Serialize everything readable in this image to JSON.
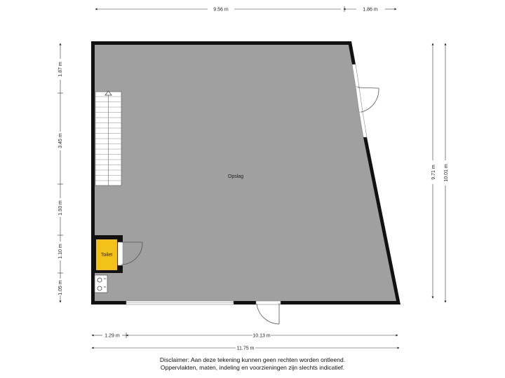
{
  "dimensions": {
    "top_left": "9.56 m",
    "top_right": "1.86 m",
    "left_1": "1.87 m",
    "left_2": "3.45 m",
    "left_3": "1.93 m",
    "left_4": "1.10 m",
    "left_5": "1.05 m",
    "right_inner": "9.71 m",
    "right_outer": "10.01 m",
    "bottom_left": "1.29 m",
    "bottom_right": "10.13 m",
    "bottom_total": "11.75 m"
  },
  "rooms": {
    "main": "Opslag",
    "toilet": "Toilet"
  },
  "colors": {
    "floor": "#a0a0a0",
    "wall": "#111111",
    "toilet": "#f2c21b"
  },
  "disclaimer": {
    "line1": "Disclaimer: Aan deze tekening kunnen geen rechten worden ontleend.",
    "line2": "Oppervlakten, maten, indeling en voorzieningen zijn slechts indicatief."
  }
}
